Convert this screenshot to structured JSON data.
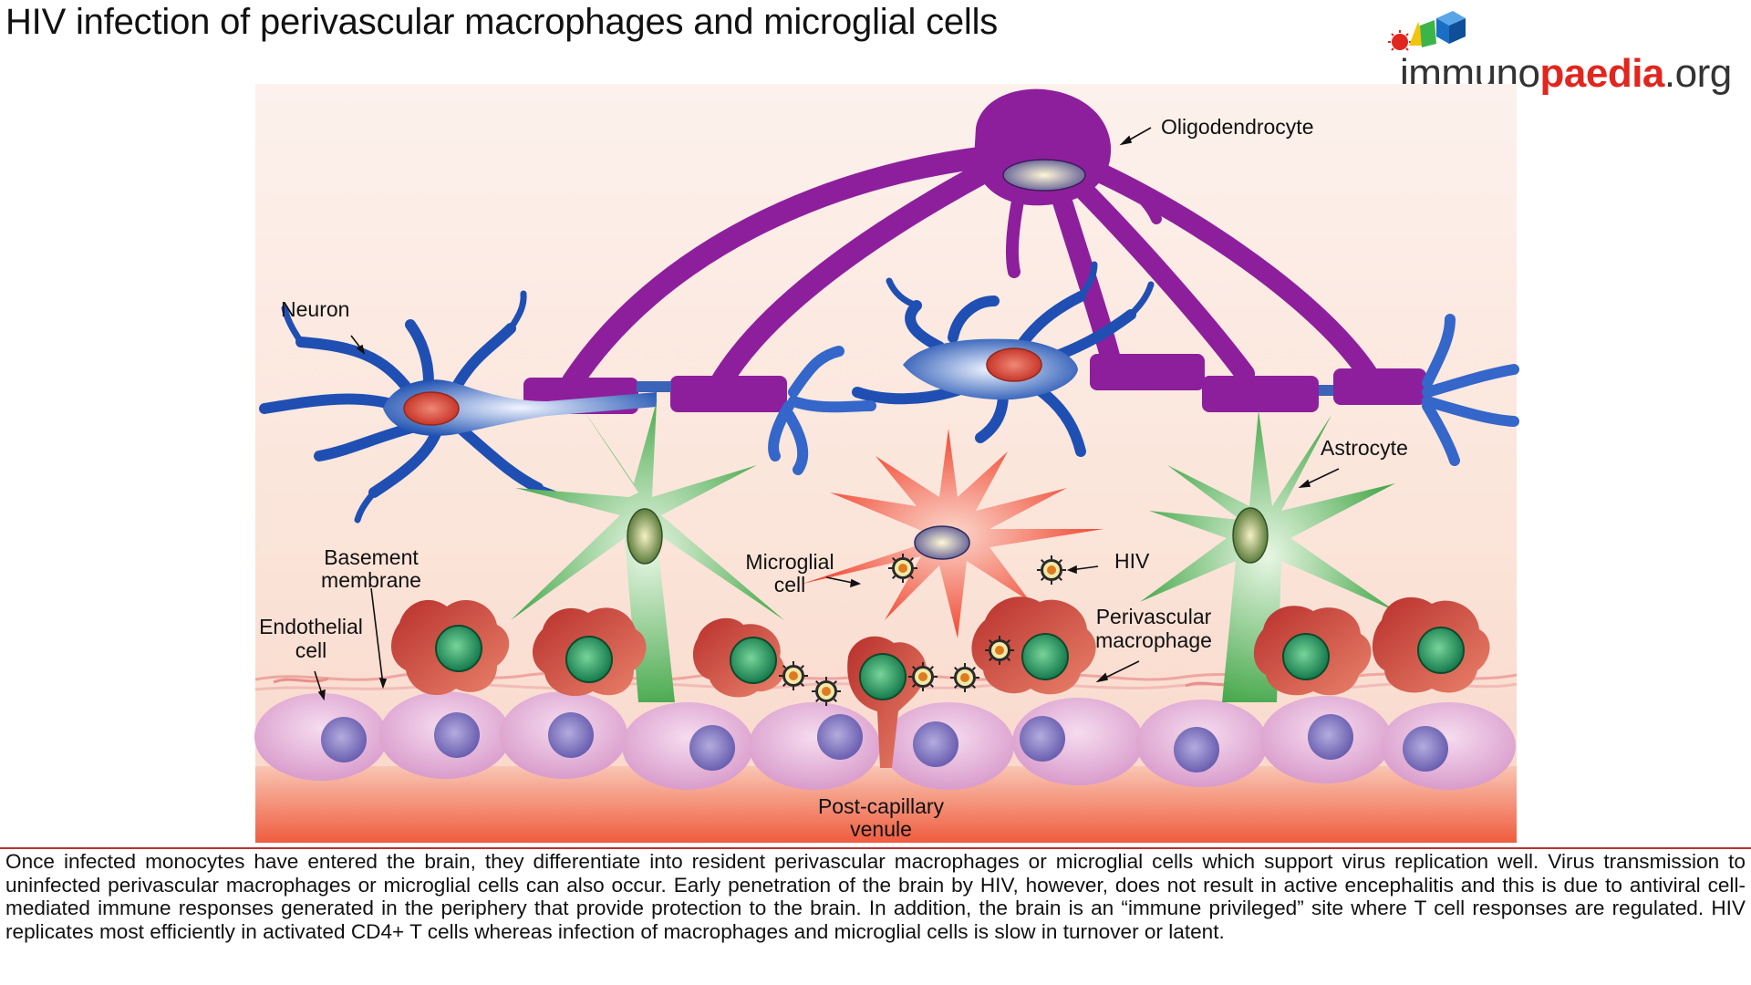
{
  "title": "HIV infection of perivascular macrophages and microglial cells",
  "logo": {
    "prefix": "immuno",
    "brand": "paedia",
    "suffix": ".org"
  },
  "labels": {
    "oligodendrocyte": "Oligodendrocyte",
    "neuron": "Neuron",
    "astrocyte": "Astrocyte",
    "microglial_line1": "Microglial",
    "microglial_line2": "cell",
    "hiv": "HIV",
    "perivascular_line1": "Perivascular",
    "perivascular_line2": "macrophage",
    "basement_line1": "Basement",
    "basement_line2": "membrane",
    "endothelial_line1": "Endothelial",
    "endothelial_line2": "cell",
    "venule_line1": "Post-capillary",
    "venule_line2": "venule"
  },
  "caption": "Once infected monocytes have entered the brain, they differentiate into resident perivascular macrophages or microglial cells which support virus replication well. Virus transmission to uninfected perivascular macrophages or microglial cells can also occur. Early penetration of the brain by HIV, however, does not result in active encephalitis and this is due to antiviral cell-mediated immune responses generated in the periphery that provide protection to the brain. In addition, the brain is an “immune privileged” site where T cell responses are regulated. HIV replicates most efficiently in activated CD4+ T cells  whereas infection of macrophages and microglial cells is slow in turnover or latent.",
  "colors": {
    "oligodendrocyte": "#8e1f9c",
    "neuron": "#1f4fb3",
    "astrocyte": "#37a83c",
    "microglia": "#ef3a1e",
    "macrophage": "#c83c36",
    "endothelium": "#e7b3dc",
    "venule": "#f06a4e",
    "background": "#fbe8e0"
  }
}
